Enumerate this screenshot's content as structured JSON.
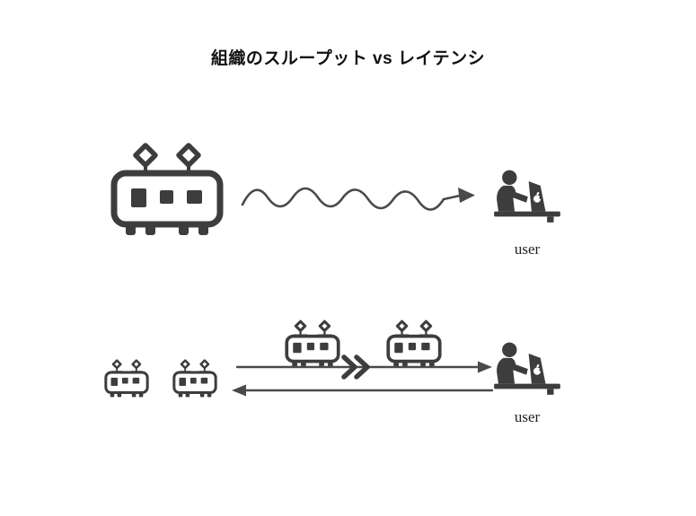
{
  "title": "組織のスループット vs レイテンシ",
  "colors": {
    "icon": "#3d3d3d",
    "arrow": "#4a4a4a",
    "text": "#111111",
    "bg": "#ffffff"
  },
  "top_row": {
    "description": "one large train, slow wavy latency arrow to user",
    "user_label": "user"
  },
  "bottom_row": {
    "description": "many small trains, fast straight request arrow and return arrow to user",
    "user_label": "user"
  }
}
